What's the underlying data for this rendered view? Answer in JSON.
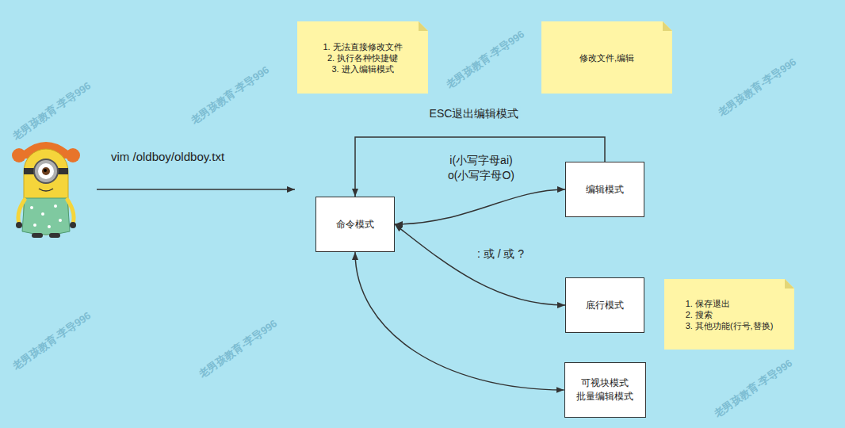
{
  "diagram": {
    "nodes": [
      {
        "text": [
          "1. 无法直接修改文件",
          "2. 执行各种快捷键",
          "3. 进入编辑模式"
        ]
      },
      {
        "text": [
          "修改文件,编辑"
        ]
      },
      {
        "text": [
          "命令模式"
        ]
      },
      {
        "text": [
          "编辑模式"
        ]
      },
      {
        "text": [
          "底行模式"
        ]
      },
      {
        "text": [
          "1. 保存退出",
          "2. 搜索",
          "3. 其他功能(行号,替换)"
        ]
      },
      {
        "text": [
          "可视块模式 批量编辑模式"
        ]
      }
    ],
    "edges": [
      {
        "from": 2,
        "to": 3,
        "arrow": "both",
        "label": "i(小写字母ai) o(小写字母O)"
      },
      {
        "from": 3,
        "to": 2,
        "arrow": "to",
        "label": "ESC退出编辑模式"
      },
      {
        "from": 2,
        "to": 4,
        "arrow": "both",
        "label": ": 或 / 或 ?"
      },
      {
        "from": 2,
        "to": 6,
        "arrow": "both"
      }
    ],
    "labels": [
      "vim /oldboy/oldboy.txt",
      "老男孩教育-李导996",
      "老男孩教育-李导996",
      "老男孩教育-李导996",
      "老男孩教育-李导996",
      "老男孩教育-李导996",
      "老男孩教育-李导996",
      "老男孩教育-李导996"
    ]
  }
}
